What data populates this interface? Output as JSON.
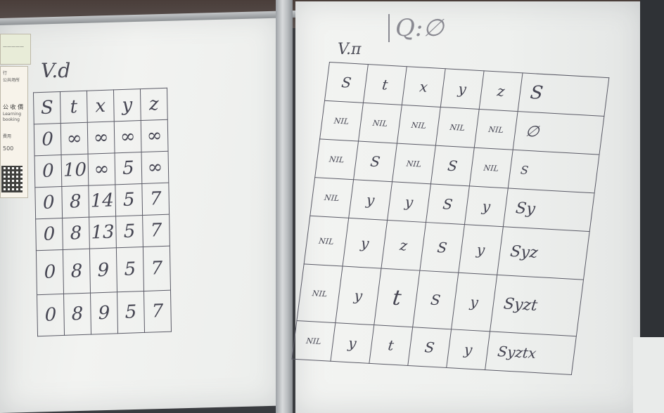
{
  "left_board": {
    "title": "V.d",
    "headers": [
      "S",
      "t",
      "x",
      "y",
      "z"
    ],
    "rows": [
      [
        "0",
        "∞",
        "∞",
        "∞",
        "∞"
      ],
      [
        "0",
        "10",
        "∞",
        "5",
        "∞"
      ],
      [
        "0",
        "8",
        "14",
        "5",
        "7"
      ],
      [
        "0",
        "8",
        "13",
        "5",
        "7"
      ],
      [
        "0",
        "8",
        "9",
        "5",
        "7"
      ],
      [
        "0",
        "8",
        "9",
        "5",
        "7"
      ]
    ]
  },
  "right_board": {
    "title": "V.π",
    "q_label": "Q:∅",
    "headers": [
      "S",
      "t",
      "x",
      "y",
      "z",
      "S"
    ],
    "rows": [
      [
        "NIL",
        "NIL",
        "NIL",
        "NIL",
        "NIL",
        "∅"
      ],
      [
        "NIL",
        "S",
        "NIL",
        "S",
        "NIL",
        "S"
      ],
      [
        "NIL",
        "y",
        "y",
        "S",
        "y",
        "Sy"
      ],
      [
        "NIL",
        "y",
        "z",
        "S",
        "y",
        "Syz"
      ],
      [
        "NIL",
        "y",
        "t",
        "S",
        "y",
        "Syzt"
      ],
      [
        "NIL",
        "y",
        "t",
        "S",
        "y",
        "Syztx"
      ]
    ]
  },
  "notices": {
    "top_text": "—————",
    "main_lines": [
      "行",
      "公共场所",
      "公 收 價",
      "Learning",
      "booking",
      "費用",
      "500"
    ]
  }
}
